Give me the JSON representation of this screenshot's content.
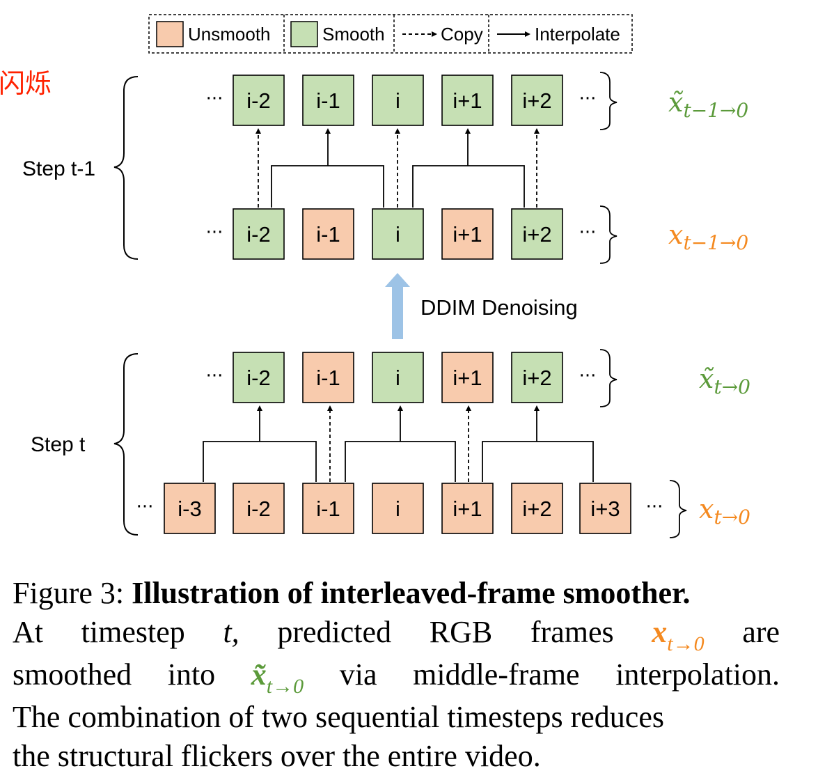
{
  "watermark": "闪烁",
  "legend": {
    "unsmooth": "Unsmooth",
    "smooth": "Smooth",
    "copy": "Copy",
    "interpolate": "Interpolate"
  },
  "colors": {
    "unsmooth_fill": "#f8cbad",
    "smooth_fill": "#c6e0b4",
    "orange_text": "#f4891f",
    "green_text": "#5b9a3a",
    "arrow_blue": "#9dc3e6",
    "watermark_red": "#ff2200"
  },
  "ellipsis": "···",
  "steps": {
    "step_t_minus_1": "Step t-1",
    "step_t": "Step t"
  },
  "rows": {
    "row1": {
      "state_label": {
        "symbol": "x̃",
        "subscript": "t−1→0",
        "color": "green"
      },
      "frames": [
        {
          "label": "i-2",
          "state": "smooth"
        },
        {
          "label": "i-1",
          "state": "smooth"
        },
        {
          "label": "i",
          "state": "smooth"
        },
        {
          "label": "i+1",
          "state": "smooth"
        },
        {
          "label": "i+2",
          "state": "smooth"
        }
      ]
    },
    "row2": {
      "state_label": {
        "symbol": "x",
        "subscript": "t−1→0",
        "color": "orange"
      },
      "frames": [
        {
          "label": "i-2",
          "state": "smooth"
        },
        {
          "label": "i-1",
          "state": "unsmooth"
        },
        {
          "label": "i",
          "state": "smooth"
        },
        {
          "label": "i+1",
          "state": "unsmooth"
        },
        {
          "label": "i+2",
          "state": "smooth"
        }
      ]
    },
    "row3": {
      "state_label": {
        "symbol": "x̃",
        "subscript": "t→0",
        "color": "green"
      },
      "frames": [
        {
          "label": "i-2",
          "state": "smooth"
        },
        {
          "label": "i-1",
          "state": "unsmooth"
        },
        {
          "label": "i",
          "state": "smooth"
        },
        {
          "label": "i+1",
          "state": "unsmooth"
        },
        {
          "label": "i+2",
          "state": "smooth"
        }
      ]
    },
    "row4": {
      "state_label": {
        "symbol": "x",
        "subscript": "t→0",
        "color": "orange"
      },
      "frames": [
        {
          "label": "i-3",
          "state": "unsmooth"
        },
        {
          "label": "i-2",
          "state": "unsmooth"
        },
        {
          "label": "i-1",
          "state": "unsmooth"
        },
        {
          "label": "i",
          "state": "unsmooth"
        },
        {
          "label": "i+1",
          "state": "unsmooth"
        },
        {
          "label": "i+2",
          "state": "unsmooth"
        },
        {
          "label": "i+3",
          "state": "unsmooth"
        }
      ]
    }
  },
  "ddim_label": "DDIM Denoising",
  "caption": {
    "figure_label": "Figure 3:",
    "bold_title": "Illustration of interleaved-frame smoother.",
    "l2_a": "At timestep",
    "l2_t": "t,",
    "l2_b": "predicted RGB frames",
    "l2_sym": "x",
    "l2_sub": "t→0",
    "l2_c": "are",
    "l3_a": "smoothed into",
    "l3_sym": "x̃",
    "l3_sub": "t→0",
    "l3_b": "via middle-frame interpolation.",
    "l4": "The combination of two sequential timesteps reduces",
    "l5": "the structural flickers over the entire video."
  }
}
